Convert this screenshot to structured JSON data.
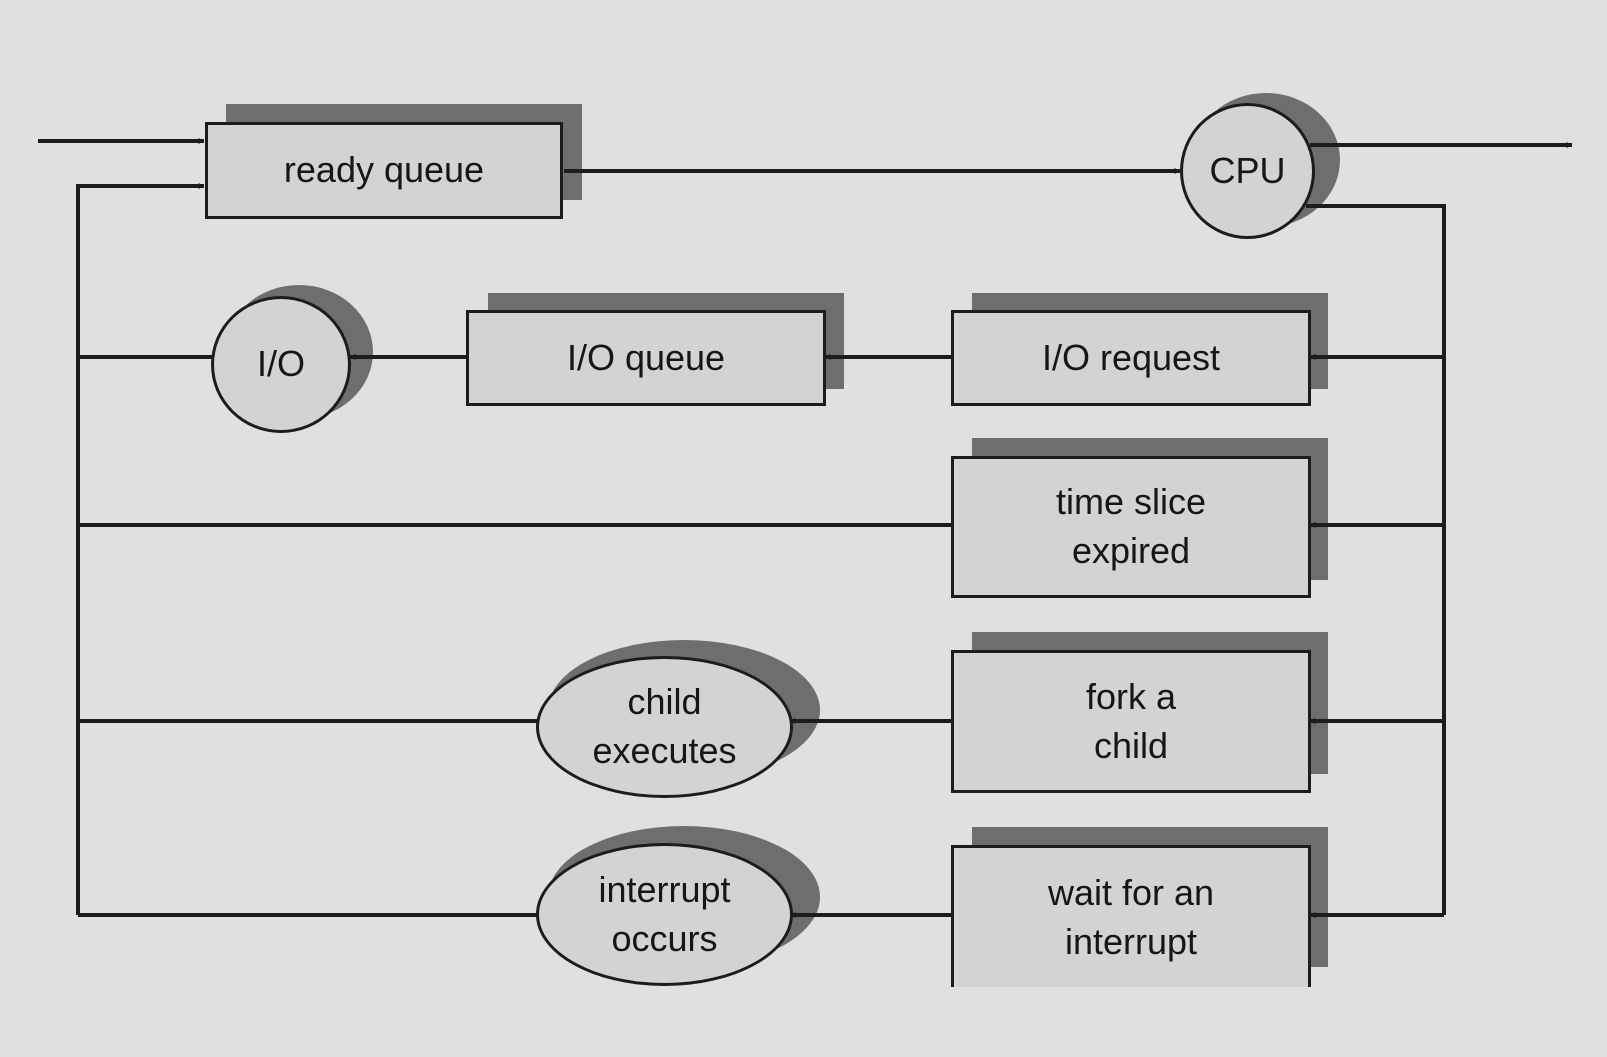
{
  "colors": {
    "background": "#e0e0de",
    "box_fill": "#d3d3d3",
    "stroke": "#1c1c1c",
    "shadow": "#6e6e6e"
  },
  "nodes": {
    "ready_queue": "ready queue",
    "cpu": "CPU",
    "io": "I/O",
    "io_queue": "I/O queue",
    "io_request": "I/O request",
    "time_slice_expired": "time slice\nexpired",
    "fork_a_child": "fork a\nchild",
    "child_executes": "child\nexecutes",
    "wait_for_interrupt": "wait for an\ninterrupt",
    "interrupt_occurs": "interrupt\noccurs"
  }
}
